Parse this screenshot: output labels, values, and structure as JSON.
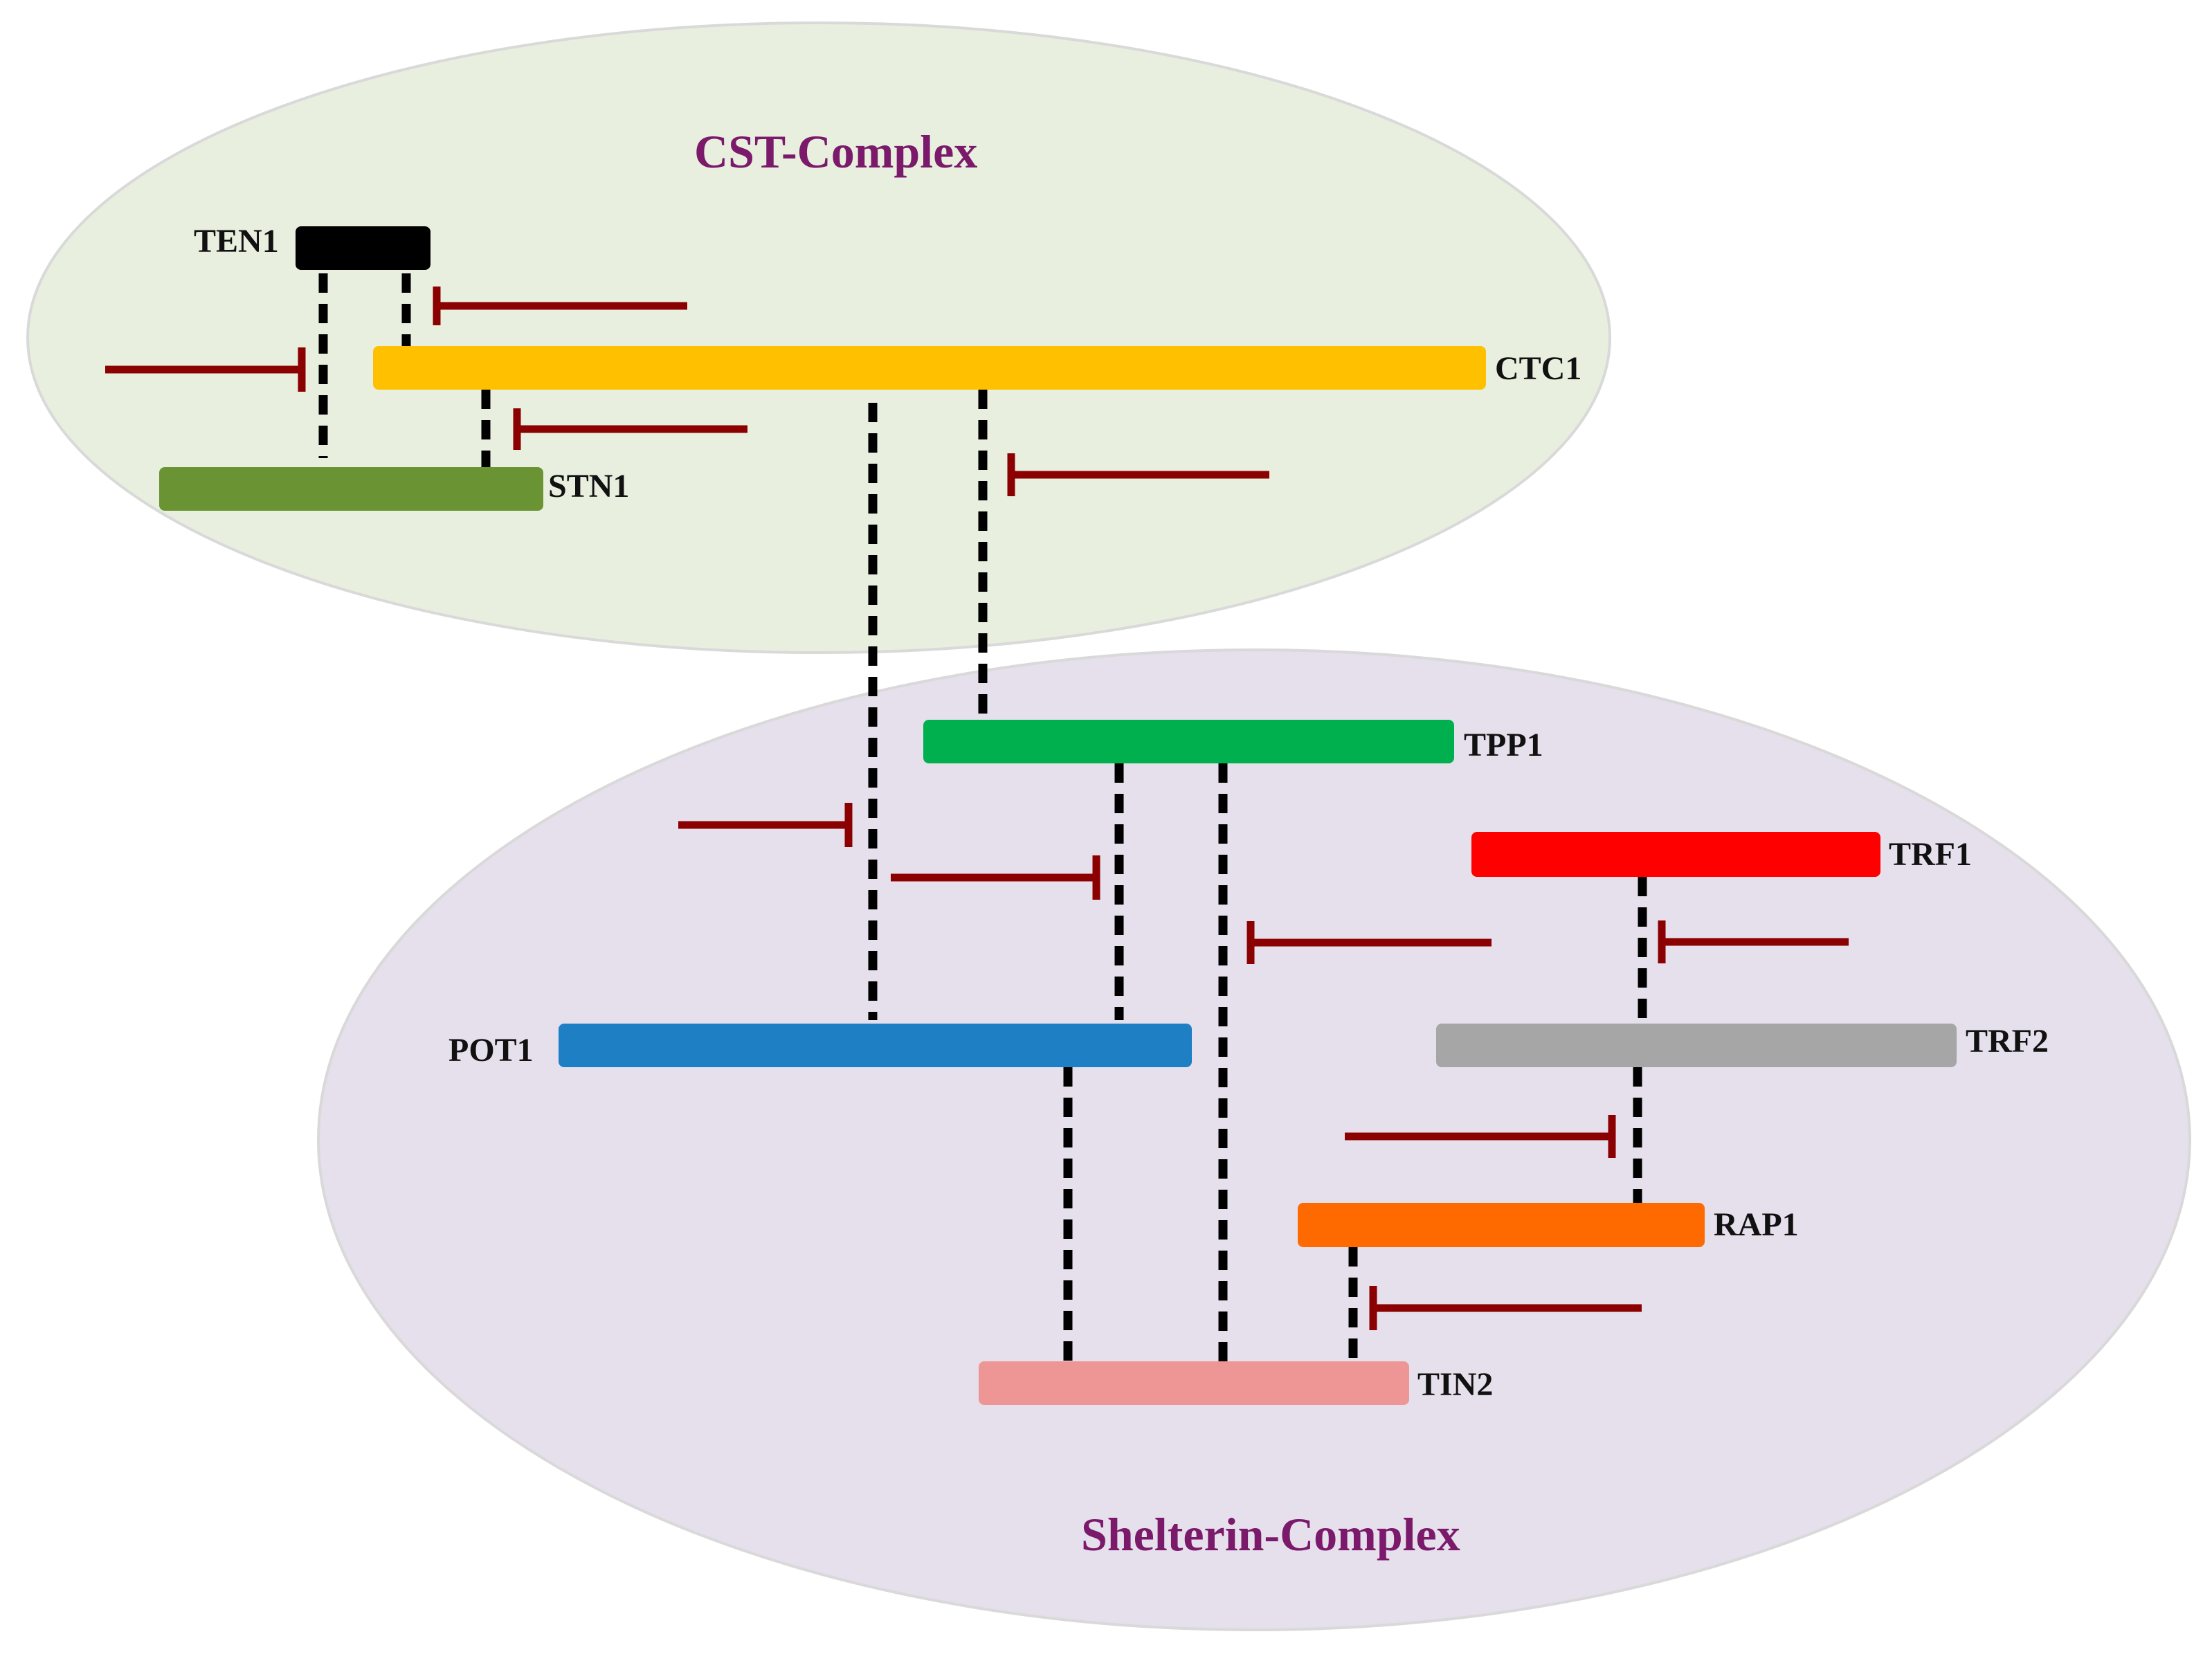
{
  "complexes": {
    "cst": {
      "title": "CST-Complex",
      "fill": "#e8efdf"
    },
    "shelterin": {
      "title": "Shelterin-Complex",
      "fill": "#e6dfec"
    }
  },
  "proteins": {
    "ten1": {
      "label": "TEN1",
      "color": "#000000"
    },
    "ctc1": {
      "label": "CTC1",
      "color": "#ffc000"
    },
    "stn1": {
      "label": "STN1",
      "color": "#6a9434"
    },
    "tpp1": {
      "label": "TPP1",
      "color": "#00b04f"
    },
    "trf1": {
      "label": "TRF1",
      "color": "#ff0000"
    },
    "pot1": {
      "label": "POT1",
      "color": "#1f7fc5"
    },
    "trf2": {
      "label": "TRF2",
      "color": "#a6a6a6"
    },
    "rap1": {
      "label": "RAP1",
      "color": "#ff6a00"
    },
    "tin2": {
      "label": "TIN2",
      "color": "#ee9595"
    }
  },
  "colors": {
    "interaction": "#000000",
    "inhibition": "#8b0000",
    "title": "#7b1a6b"
  }
}
